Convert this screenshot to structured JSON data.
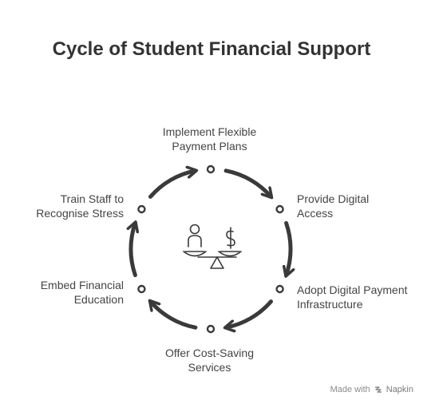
{
  "title": "Cycle of Student Financial Support",
  "steps": [
    {
      "label": "Implement Flexible\nPayment Plans"
    },
    {
      "label": "Provide Digital\nAccess"
    },
    {
      "label": "Adopt Digital Payment\nInfrastructure"
    },
    {
      "label": "Offer Cost-Saving\nServices"
    },
    {
      "label": "Embed Financial\nEducation"
    },
    {
      "label": "Train Staff to\nRecognise Stress"
    }
  ],
  "center_icon": "person-scale-dollar-icon",
  "branding": {
    "prefix": "Made with",
    "name": "Napkin",
    "icon": "napkin-logo-icon"
  },
  "colors": {
    "stroke": "#3a3a3a",
    "text": "#444444"
  }
}
